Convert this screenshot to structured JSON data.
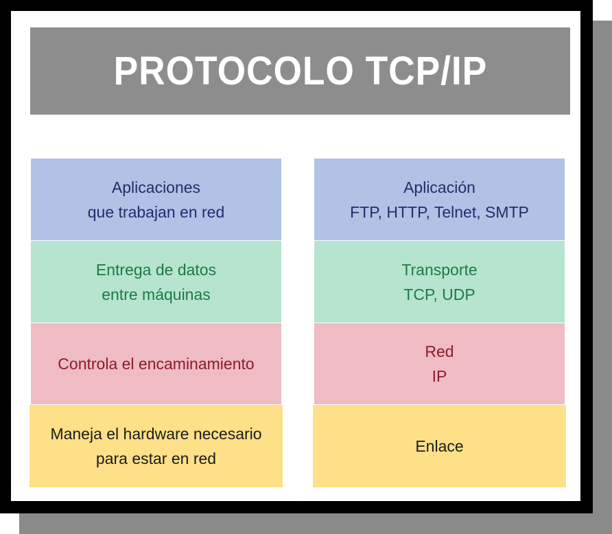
{
  "title": "PROTOCOLO TCP/IP",
  "colors": {
    "title_bg": "#8d8d8d",
    "application_bg": "#b2c1e6",
    "transport_bg": "#b6e4cf",
    "network_bg": "#efbcc3",
    "link_bg": "#fde088",
    "frame": "#000000",
    "shadow": "#8a8a8a"
  },
  "left_column": [
    {
      "lines": [
        "Aplicaciones",
        "que trabajan en red"
      ]
    },
    {
      "lines": [
        "Entrega de datos",
        "entre máquinas"
      ]
    },
    {
      "lines": [
        "Controla el encaminamiento"
      ]
    },
    {
      "lines": [
        "Maneja el hardware necesario",
        "para estar en red"
      ]
    }
  ],
  "right_column": [
    {
      "lines": [
        "Aplicación",
        "FTP, HTTP, Telnet, SMTP"
      ]
    },
    {
      "lines": [
        "Transporte",
        "TCP, UDP"
      ]
    },
    {
      "lines": [
        "Red",
        "IP"
      ]
    },
    {
      "lines": [
        "Enlace"
      ]
    }
  ]
}
